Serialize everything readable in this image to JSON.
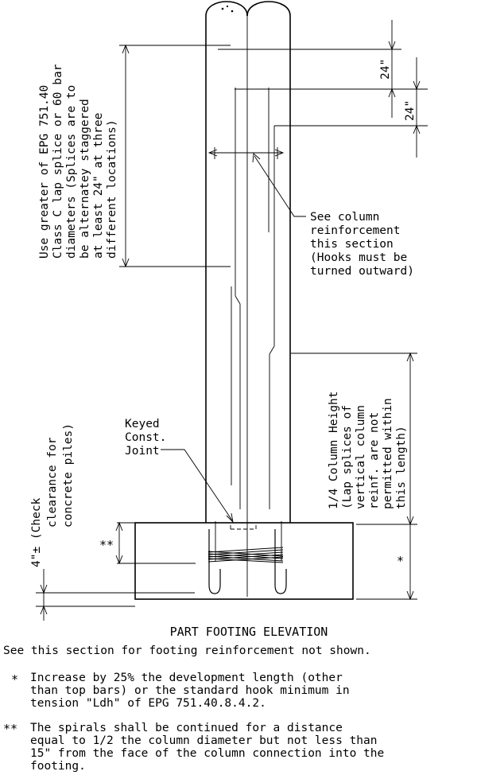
{
  "dimensions": {
    "upper_lap": "24\"",
    "lower_lap": "24\""
  },
  "notes": {
    "lap_splice": [
      "Use greater of EPG 751.40",
      "Class C lap splice or 60 bar",
      "diameters (Splices are to",
      "be alternatey staggered",
      "at least 24\" at three",
      "different locations)"
    ],
    "column_reinf": [
      "See column",
      "reinforcement",
      "this section",
      "(Hooks must be",
      "turned outward)"
    ],
    "quarter_height": [
      "1/4 Column Height",
      "(Lap splices of",
      "vertical column",
      "reinf. are not",
      "permitted within",
      "this length)"
    ],
    "keyed_joint": [
      "Keyed",
      "Const.",
      "Joint"
    ],
    "pile_clearance": [
      "4\"± (Check",
      "clearance for",
      "concrete piles)"
    ],
    "star_single": "*",
    "star_double": "**"
  },
  "caption": {
    "title": "PART FOOTING ELEVATION",
    "subtitle": "See this section for footing reinforcement not shown."
  },
  "footnotes": {
    "single": {
      "marker": "*",
      "lines": [
        "Increase by 25% the development length (other",
        "than top bars) or the standard  hook minimum in",
        "tension \"Ldh\" of EPG 751.40.8.4.2."
      ]
    },
    "double": {
      "marker": "**",
      "lines": [
        "The spirals shall be continued for a distance",
        "equal to 1/2 the column diameter but not less than",
        "15\" from the face of the column connection into the",
        "footing."
      ]
    }
  }
}
